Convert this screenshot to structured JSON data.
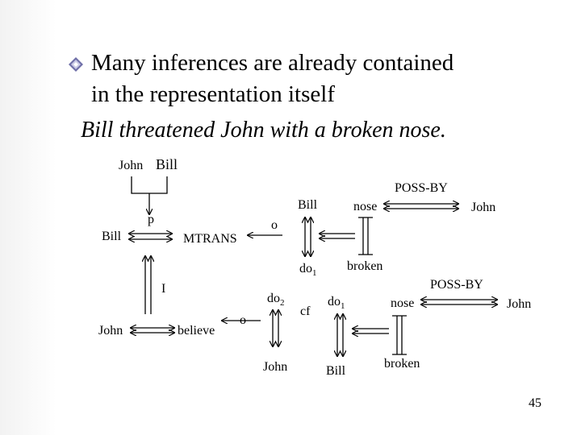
{
  "slide": {
    "bullet_lines": [
      "Many inferences are already contained",
      "in the representation itself"
    ],
    "example_sentence": "Bill threatened John with a broken nose.",
    "page_number": "45"
  },
  "diagram": {
    "top_john": "John",
    "top_bill": "Bill",
    "left_bill": "Bill",
    "p": "p",
    "mtrans": "MTRANS",
    "o_upper": "o",
    "bill_upper": "Bill",
    "nose_upper": "nose",
    "john_upper": "John",
    "possby_upper": "POSS-BY",
    "do1_upper": "do",
    "do1_upper_sub": "1",
    "broken_upper": "broken",
    "i": "I",
    "john_left": "John",
    "believe": "believe",
    "o_lower": "o",
    "do2": "do",
    "do2_sub": "2",
    "cf": "cf",
    "do1_lower": "do",
    "do1_lower_sub": "1",
    "nose_lower": "nose",
    "possby_lower": "POSS-BY",
    "john_lower_right": "John",
    "john_bottom": "John",
    "bill_bottom": "Bill",
    "broken_lower": "broken"
  },
  "colors": {
    "text": "#000000",
    "bullet": "#6f6fa8"
  },
  "icons": [
    "diamond-bullet-icon"
  ]
}
